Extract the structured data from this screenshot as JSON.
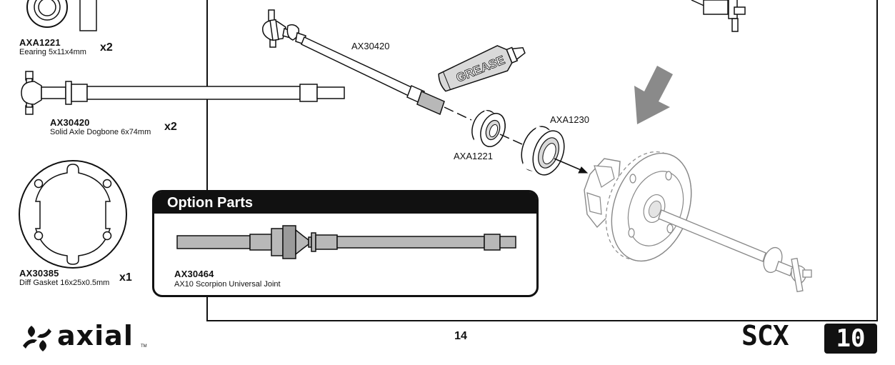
{
  "parts_list": [
    {
      "code": "AXA1221",
      "description": "Eearing 5x11x4mm",
      "quantity": "x2",
      "icon": "bearing-icon"
    },
    {
      "code": "AX30420",
      "description": "Solid Axle Dogbone 6x74mm",
      "quantity": "x2",
      "icon": "dogbone-icon"
    },
    {
      "code": "AX30385",
      "description": "Diff Gasket 16x25x0.5mm",
      "quantity": "x1",
      "icon": "gasket-icon"
    }
  ],
  "option_parts": {
    "title": "Option Parts",
    "items": [
      {
        "code": "AX30464",
        "description": "AX10 Scorpion Universal Joint",
        "icon": "universal-joint-icon"
      }
    ]
  },
  "diagram": {
    "callouts": [
      "AX30420",
      "AXA1221",
      "AXA1230"
    ],
    "grease_label": "GREASE",
    "icons": [
      "grease-tube-icon",
      "direction-arrow-icon",
      "differential-icon"
    ]
  },
  "footer": {
    "brand": "axial",
    "trademark": "TM",
    "page_number": "14",
    "model_letters": "SCX",
    "model_number": "10"
  },
  "colors": {
    "line": "#111111",
    "fill_gray": "#b8b8b8",
    "light_gray": "#d9d9d9",
    "arrow_gray": "#8a8a8a"
  }
}
